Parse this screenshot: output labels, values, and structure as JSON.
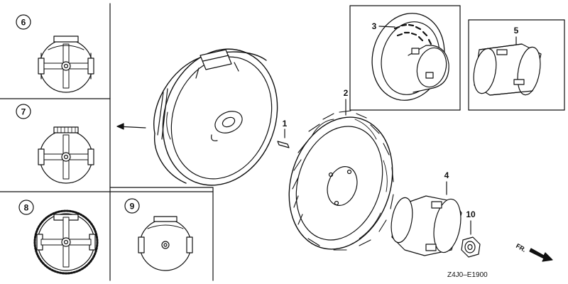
{
  "callouts": {
    "c1": "1",
    "c2": "2",
    "c3": "3",
    "c4": "4",
    "c5": "5",
    "c6": "6",
    "c7": "7",
    "c8": "8",
    "c9": "9",
    "c10": "10"
  },
  "direction_label": "FR.",
  "diagram_code": "Z4J0–E1900"
}
